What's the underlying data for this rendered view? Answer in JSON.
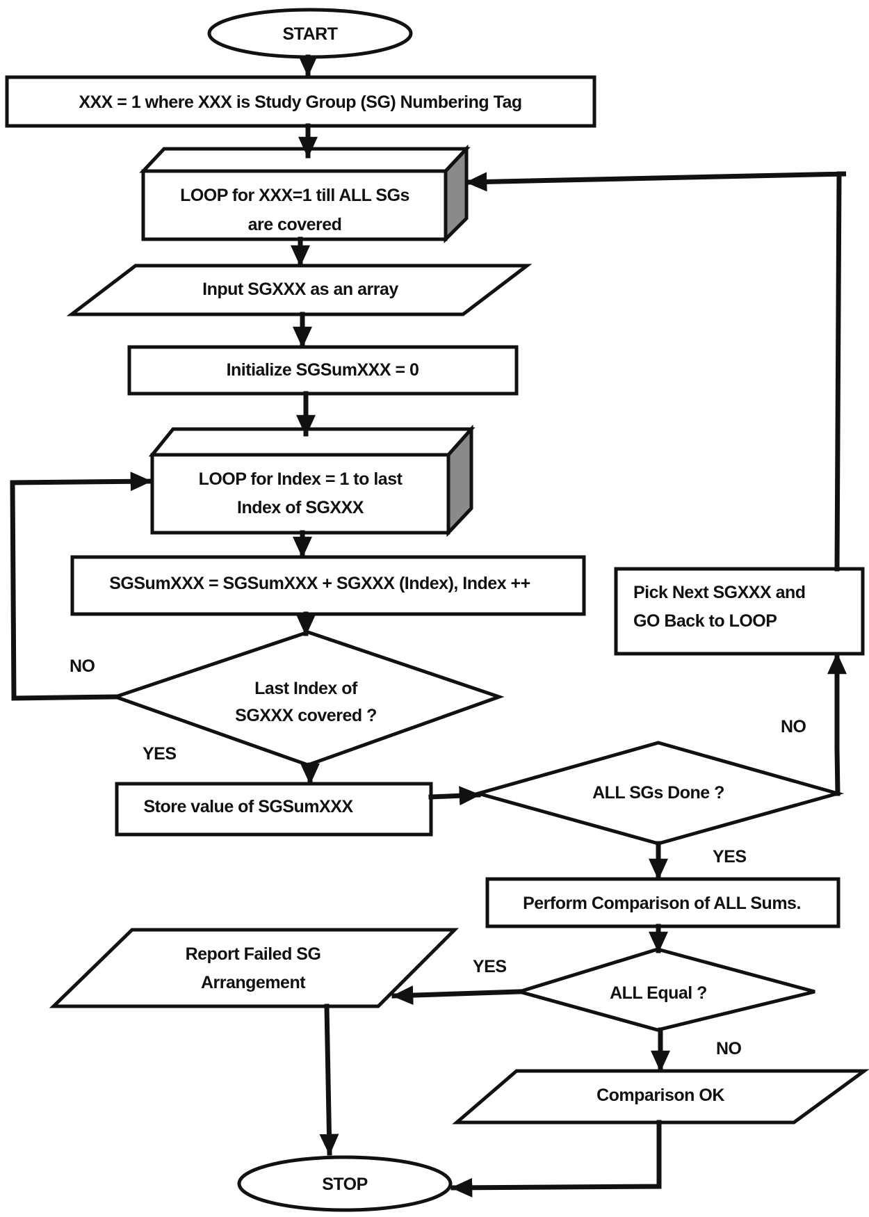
{
  "nodes": {
    "start": "START",
    "init_xxx": "XXX = 1 where XXX is Study Group (SG) Numbering Tag",
    "outer_loop": [
      "LOOP for XXX=1 till ALL SGs",
      "are covered"
    ],
    "input_sg": "Input SGXXX as an array",
    "init_sum": "Initialize SGSumXXX = 0",
    "inner_loop": [
      "LOOP for Index = 1 to last",
      "Index of SGXXX"
    ],
    "accumulate": "SGSumXXX = SGSumXXX + SGXXX (Index),  Index ++",
    "last_index": [
      "Last Index of",
      "SGXXX covered ?"
    ],
    "store_value": "Store value of SGSumXXX",
    "all_sgs_done": "ALL SGs Done ?",
    "pick_next": [
      "Pick Next SGXXX and",
      "GO Back to LOOP"
    ],
    "compare": "Perform Comparison of ALL Sums.",
    "all_equal": "ALL Equal ?",
    "report_failed": [
      "Report Failed SG",
      "Arrangement"
    ],
    "comparison_ok": "Comparison OK",
    "stop": "STOP"
  },
  "edge_labels": {
    "last_index_no": "NO",
    "last_index_yes": "YES",
    "all_sgs_no": "NO",
    "all_sgs_yes": "YES",
    "all_equal_yes": "YES",
    "all_equal_no": "NO"
  },
  "colors": {
    "stroke": "#111111",
    "fill": "#ffffff",
    "shade": "#8a8a8a"
  }
}
